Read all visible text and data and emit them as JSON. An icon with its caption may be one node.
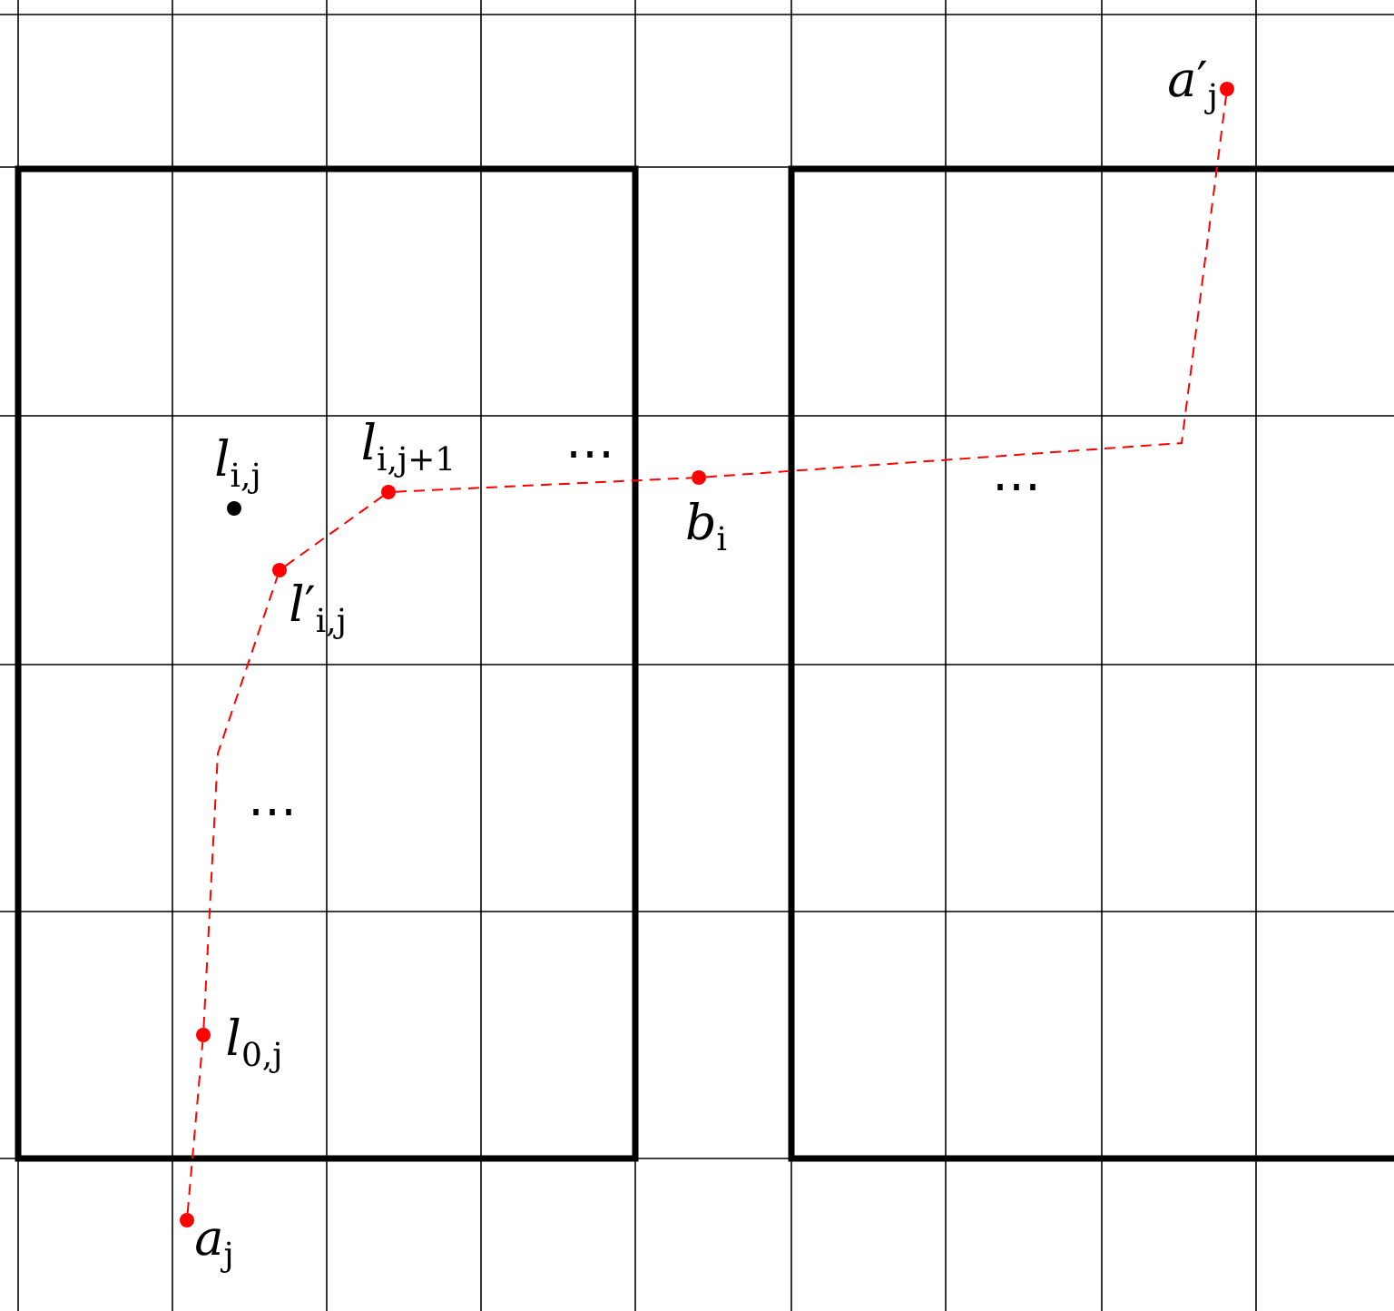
{
  "diagram": {
    "nodes": [
      {
        "text": [],
        "shape": "circle",
        "beside": [
          "*a*′$_{j}$"
        ]
      },
      {
        "text": [],
        "shape": "circle",
        "beside": [
          "*l*$_{i,j+1}$"
        ]
      },
      {
        "text": [],
        "shape": "circle",
        "beside": [
          "*b*$_{i}$"
        ]
      },
      {
        "text": [],
        "shape": "circle",
        "beside": [
          "*l*$_{i,j}$"
        ]
      },
      {
        "text": [],
        "shape": "circle",
        "beside": [
          "*l*′$_{i,j}$"
        ]
      },
      {
        "text": [],
        "shape": "circle",
        "beside": [
          "*l*$_{0,j}$"
        ]
      },
      {
        "text": [],
        "shape": "circle",
        "beside": [
          "*a*$_{j}$"
        ]
      }
    ],
    "edges": [
      {
        "from": 6,
        "to": 5,
        "arrow": "none",
        "style": "dashed",
        "color": "#ff0000"
      },
      {
        "from": 5,
        "to": 4,
        "arrow": "none",
        "style": "dashed",
        "color": "#ff0000"
      },
      {
        "from": 4,
        "to": 1,
        "arrow": "none",
        "style": "dashed",
        "color": "#ff0000"
      },
      {
        "from": 1,
        "to": 2,
        "arrow": "none",
        "style": "dashed",
        "color": "#ff0000"
      },
      {
        "from": 2,
        "to": 0,
        "arrow": "none",
        "style": "dashed",
        "color": "#ff0000"
      }
    ],
    "labels": [
      "⋯",
      "⋯",
      "⋯"
    ]
  }
}
